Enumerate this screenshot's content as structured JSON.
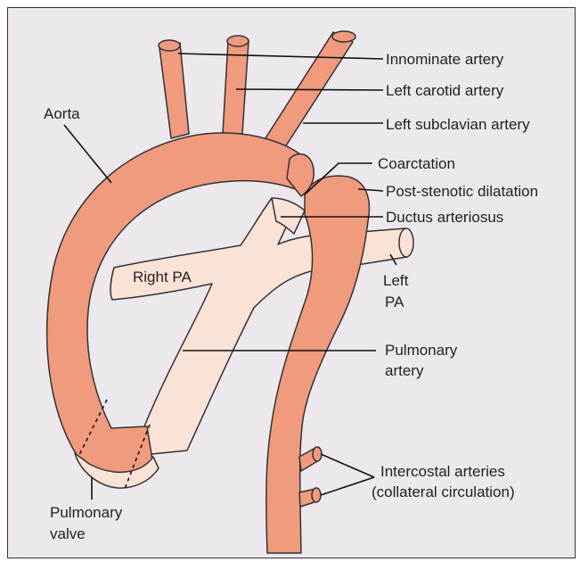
{
  "colors": {
    "background": "#EDE8EE",
    "aorta": "#F09A7E",
    "pulmonary": "#FBE2D7",
    "outline": "#333333"
  },
  "labels": {
    "innominate": "Innominate artery",
    "left_carotid": "Left carotid artery",
    "left_subclavian": "Left subclavian artery",
    "aorta": "Aorta",
    "coarctation": "Coarctation",
    "post_stenotic": "Post-stenotic dilatation",
    "ductus": "Ductus arteriosus",
    "right_pa": "Right PA",
    "left_pa_line1": "Left",
    "left_pa_line2": "PA",
    "pulmonary_artery_line1": "Pulmonary",
    "pulmonary_artery_line2": "artery",
    "intercostal_line1": "Intercostal arteries",
    "intercostal_line2": "(collateral circulation)",
    "pulmonary_valve_line1": "Pulmonary",
    "pulmonary_valve_line2": "valve"
  }
}
